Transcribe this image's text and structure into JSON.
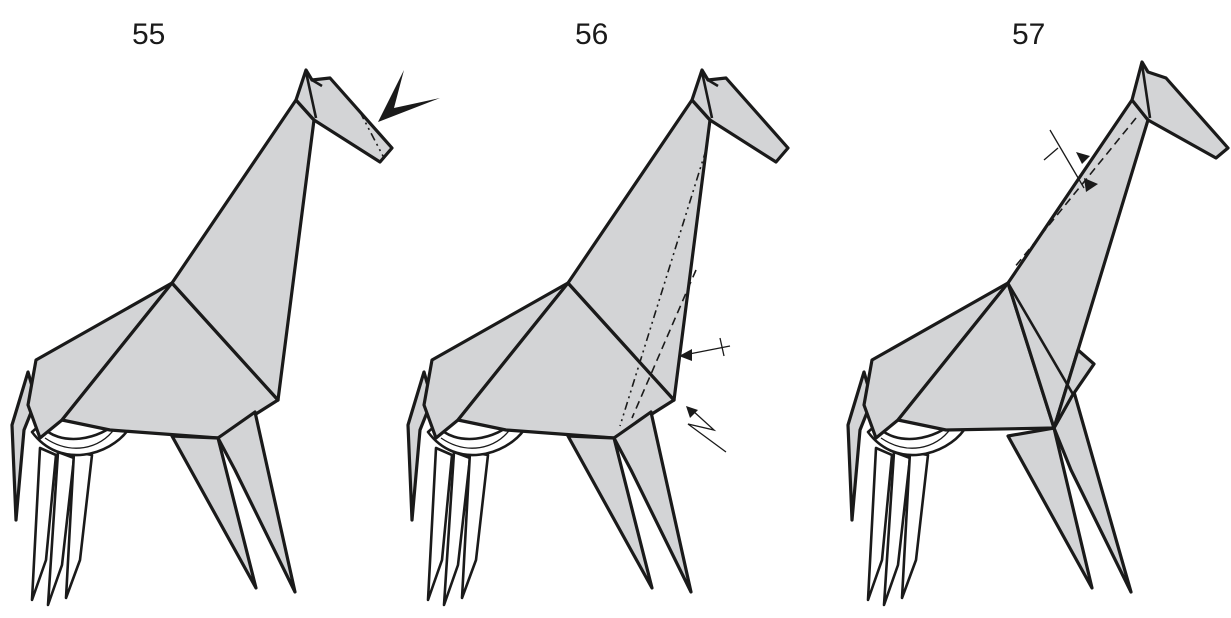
{
  "steps": [
    {
      "number": "55"
    },
    {
      "number": "56"
    },
    {
      "number": "57"
    }
  ]
}
